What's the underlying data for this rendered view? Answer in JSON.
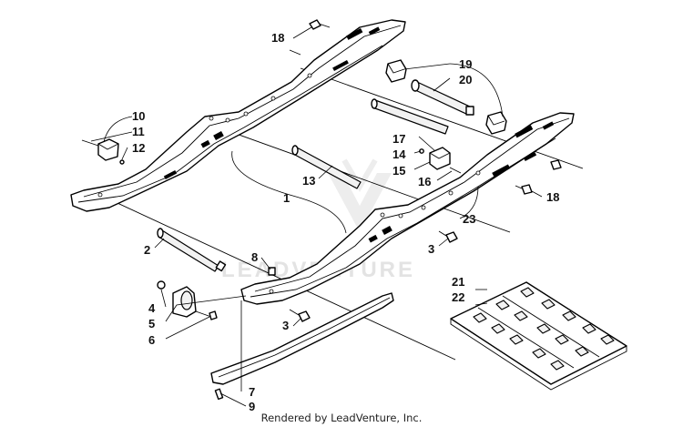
{
  "diagram": {
    "watermark": "LEADVENTURE",
    "credit": "Rendered by LeadVenture, Inc.",
    "callouts": [
      {
        "id": "c18a",
        "text": "18"
      },
      {
        "id": "c19",
        "text": "19"
      },
      {
        "id": "c20",
        "text": "20"
      },
      {
        "id": "c10",
        "text": "10"
      },
      {
        "id": "c11",
        "text": "11"
      },
      {
        "id": "c12",
        "text": "12"
      },
      {
        "id": "c17",
        "text": "17"
      },
      {
        "id": "c14",
        "text": "14"
      },
      {
        "id": "c15",
        "text": "15"
      },
      {
        "id": "c16",
        "text": "16"
      },
      {
        "id": "c13",
        "text": "13"
      },
      {
        "id": "c18b",
        "text": "18"
      },
      {
        "id": "c1",
        "text": "1"
      },
      {
        "id": "c23",
        "text": "23"
      },
      {
        "id": "c2",
        "text": "2"
      },
      {
        "id": "c3a",
        "text": "3"
      },
      {
        "id": "c8",
        "text": "8"
      },
      {
        "id": "c21",
        "text": "21"
      },
      {
        "id": "c22",
        "text": "22"
      },
      {
        "id": "c4",
        "text": "4"
      },
      {
        "id": "c5",
        "text": "5"
      },
      {
        "id": "c6",
        "text": "6"
      },
      {
        "id": "c3b",
        "text": "3"
      },
      {
        "id": "c7",
        "text": "7"
      },
      {
        "id": "c9",
        "text": "9"
      }
    ]
  }
}
